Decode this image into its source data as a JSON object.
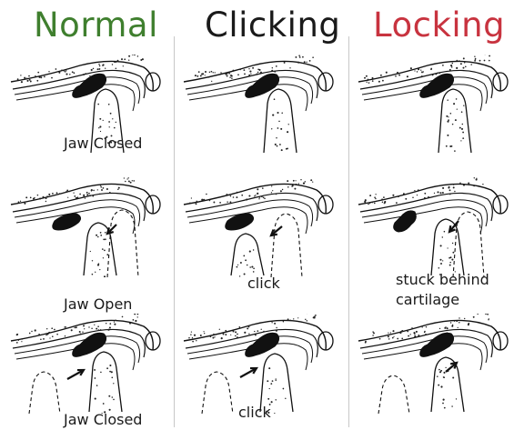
{
  "columns": {
    "normal": {
      "title": "Normal",
      "color": "#3f7f2e"
    },
    "clicking": {
      "title": "Clicking",
      "color": "#1a1a1a"
    },
    "locking": {
      "title": "Locking",
      "color": "#c8333f"
    }
  },
  "captions": {
    "normal_row1": "Jaw Closed",
    "normal_row2": "Jaw Open",
    "normal_row3": "Jaw Closed",
    "clicking_row2": "click",
    "clicking_row3": "click",
    "locking_row2_line1": "stuck behind",
    "locking_row2_line2": "cartilage"
  },
  "icons": [
    "jaw-joint-illustration",
    "arrow-icon"
  ]
}
